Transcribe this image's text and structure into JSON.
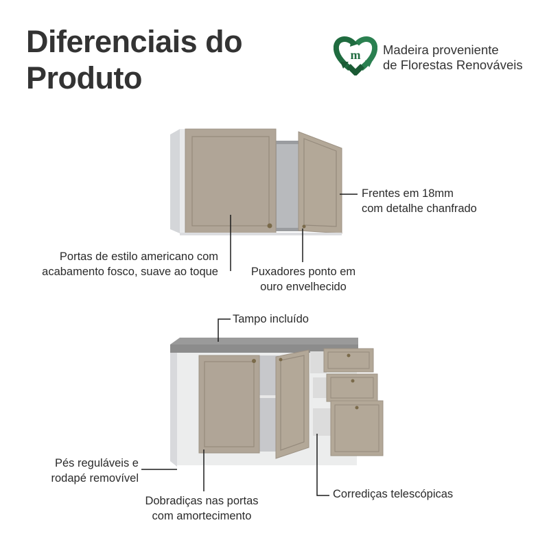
{
  "header": {
    "title_line1": "Diferenciais do",
    "title_line2": "Produto"
  },
  "badge": {
    "icon": "recycle-heart-m-icon",
    "logo_letter": "m",
    "line1": "Madeira proveniente",
    "line2": "de Florestas Renováveis",
    "color": "#1f6b3f"
  },
  "features": {
    "frentes": {
      "line1": "Frentes em 18mm",
      "line2": "com detalhe chanfrado"
    },
    "portas": {
      "line1": "Portas de estilo americano com",
      "line2": "acabamento fosco, suave ao toque"
    },
    "puxadores": {
      "line1": "Puxadores ponto em",
      "line2": "ouro envelhecido"
    },
    "tampo": {
      "line1": "Tampo incluído"
    },
    "pes": {
      "line1": "Pés reguláveis e",
      "line2": "rodapé removível"
    },
    "dobradicas": {
      "line1": "Dobradiças nas portas",
      "line2": "com amortecimento"
    },
    "corredicas": {
      "line1": "Corrediças telescópicas"
    }
  },
  "colors": {
    "door": "#b0a597",
    "body": "#e6e7e9",
    "top": "#8c8c8c"
  }
}
